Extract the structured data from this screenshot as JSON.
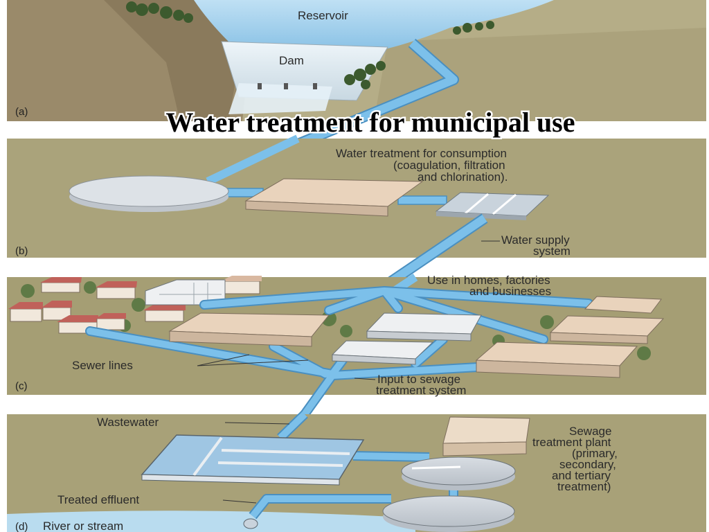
{
  "title": "Water treatment for municipal use",
  "panels": {
    "a": {
      "letter": "(a)",
      "reservoir": "Reservoir",
      "dam": "Dam"
    },
    "b": {
      "letter": "(b)",
      "treatment": [
        "Water treatment for consumption",
        "(coagulation, filtration",
        "and chlorination)."
      ],
      "supply": [
        "Water supply",
        "system"
      ]
    },
    "c": {
      "letter": "(c)",
      "use": [
        "Use in homes, factories",
        "and businesses"
      ],
      "sewer": "Sewer lines",
      "input": [
        "Input to sewage",
        "treatment system"
      ]
    },
    "d": {
      "letter": "(d)",
      "wastewater": "Wastewater",
      "plant": [
        "Sewage",
        "treatment plant",
        "(primary,",
        "secondary,",
        "and tertiary",
        "treatment)"
      ],
      "effluent": "Treated effluent",
      "river": "River or stream"
    }
  },
  "colors": {
    "ground": "#a9a27a",
    "pipe": "#6fb4e0",
    "pipe_edge": "#4a8fc0",
    "water": "#a8d4ef",
    "building": "#e6cdb3",
    "roof": "#c0615a"
  }
}
